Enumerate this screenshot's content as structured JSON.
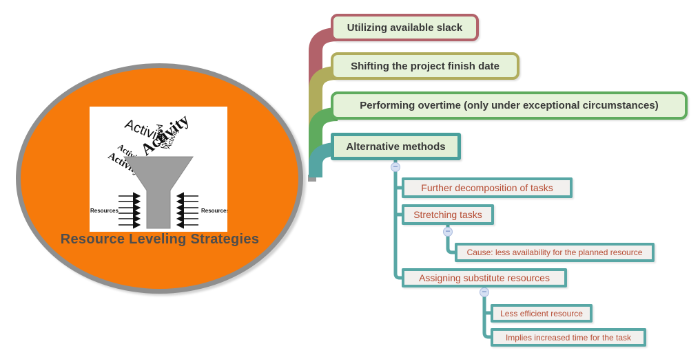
{
  "central_topic": {
    "title": "Resource Leveling Strategies",
    "image": {
      "falling_word": "Activity",
      "left_label": "Resources",
      "right_label": "Resources"
    }
  },
  "main_topics": [
    {
      "label": "Utilizing available slack",
      "color": "#b2626a"
    },
    {
      "label": "Shifting the project finish date",
      "color": "#b0ac5c"
    },
    {
      "label": "Performing overtime (only under exceptional circumstances)",
      "color": "#5fab5e"
    },
    {
      "label": "Alternative methods",
      "color": "#4aa09c",
      "children": [
        {
          "label": "Further decomposition of tasks",
          "children": []
        },
        {
          "label": "Stretching tasks",
          "children": [
            {
              "label": "Cause: less availability for the planned resource"
            }
          ]
        },
        {
          "label": "Assigning substitute resources",
          "children": [
            {
              "label": "Less efficient resource"
            },
            {
              "label": "Implies increased time for the task"
            }
          ]
        }
      ]
    }
  ],
  "icons": {
    "collapse_glyph": "−"
  },
  "colors": {
    "central_fill": "#f67a0b",
    "central_border": "#8f8f8f",
    "main_topic_fill": "#e6f2da",
    "subtopic_fill": "#f2f0ee",
    "subtopic_border": "#58a7a5",
    "subtopic_text": "#b54a31",
    "main_topic_text": "#383838",
    "collapse_fill": "#d6e0f3"
  }
}
